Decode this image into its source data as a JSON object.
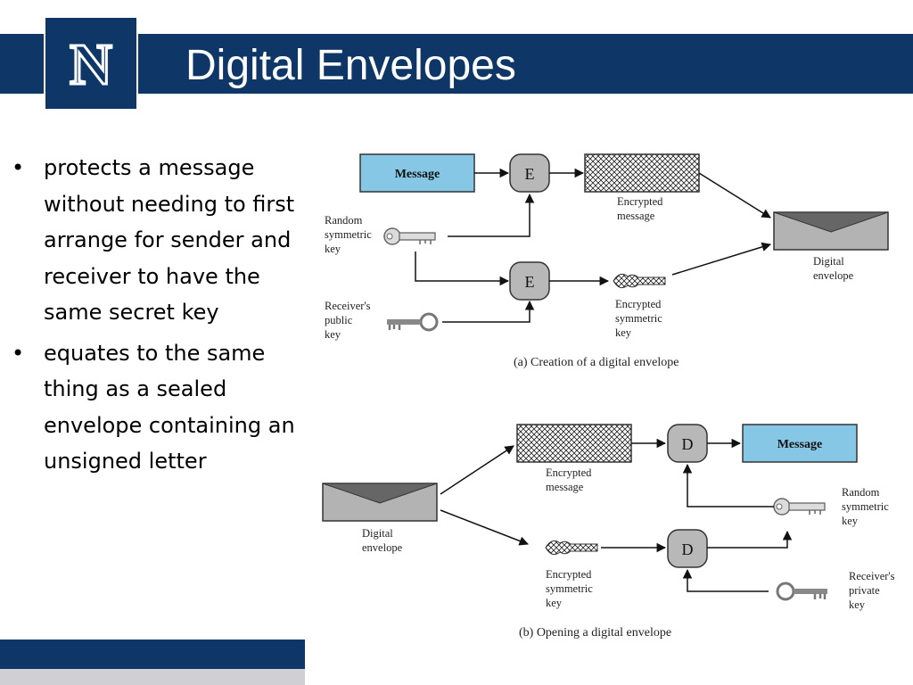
{
  "slide": {
    "title": "Digital Envelopes",
    "logo_letter": "N",
    "bullets": [
      {
        "marker": "•",
        "text": "protects a message without needing to first arrange for sender and receiver to have the same secret key"
      },
      {
        "marker": "•",
        "text": "equates to the same thing as a sealed envelope containing an unsigned letter"
      }
    ]
  },
  "diagram": {
    "creation": {
      "message_box": "Message",
      "encrypt_op": "E",
      "encrypted_message": [
        "Encrypted",
        "message"
      ],
      "random_key": [
        "Random",
        "symmetric",
        "key"
      ],
      "receiver_public_key": [
        "Receiver's",
        "public",
        "key"
      ],
      "encrypted_key": [
        "Encrypted",
        "symmetric",
        "key"
      ],
      "envelope": [
        "Digital",
        "envelope"
      ],
      "caption": "(a) Creation of a digital envelope"
    },
    "opening": {
      "envelope": [
        "Digital",
        "envelope"
      ],
      "encrypted_message": [
        "Encrypted",
        "message"
      ],
      "decrypt_op": "D",
      "message_box": "Message",
      "random_key": [
        "Random",
        "symmetric",
        "key"
      ],
      "encrypted_key": [
        "Encrypted",
        "symmetric",
        "key"
      ],
      "receiver_private_key": [
        "Receiver's",
        "private",
        "key"
      ],
      "caption": "(b) Opening a digital envelope"
    }
  },
  "colors": {
    "brand_navy": "#0e3768",
    "message_box": "#86c7e6",
    "op_gray": "#b8b8b8",
    "envelope_gray": "#b3b3b3",
    "footer_light": "#cfcfd4"
  },
  "icons": [
    "unr-n-logo",
    "key-icon",
    "encrypted-key-icon",
    "envelope-icon"
  ]
}
